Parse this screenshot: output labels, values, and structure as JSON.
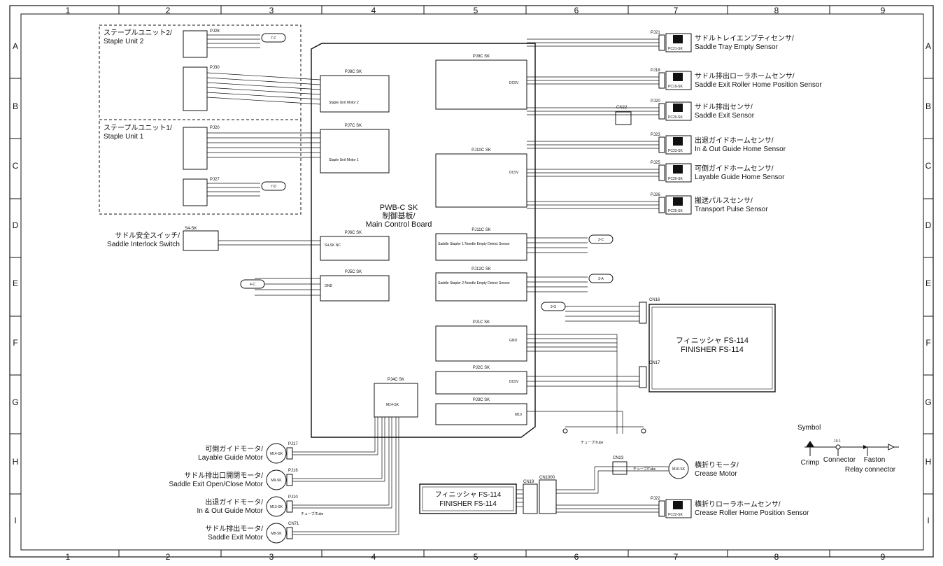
{
  "grid": {
    "cols": [
      "1",
      "2",
      "3",
      "4",
      "5",
      "6",
      "7",
      "8",
      "9"
    ],
    "rows": [
      "A",
      "B",
      "C",
      "D",
      "E",
      "F",
      "G",
      "H",
      "I"
    ]
  },
  "board": {
    "name": "PWB-C SK",
    "ja": "制御基板/",
    "en": "Main Control Board"
  },
  "staple_units": [
    {
      "ja": "ステープルユニット2/",
      "en": "Staple Unit 2",
      "connectors": [
        "PJ28",
        "PJ30"
      ]
    },
    {
      "ja": "ステープルユニット1/",
      "en": "Staple Unit 1",
      "connectors": [
        "PJ20",
        "PJ27"
      ]
    }
  ],
  "board_connectors": [
    {
      "label": "PJ8C SK",
      "desc": "Staple Unit Motor 2"
    },
    {
      "label": "PJ7C SK",
      "desc": "Staple Unit Motor 1"
    },
    {
      "label": "PJ6C SK",
      "desc": "S4-SK NC"
    },
    {
      "label": "PJ5C SK",
      "desc": "GND"
    },
    {
      "label": "PJ9C SK",
      "desc": "DC5V"
    },
    {
      "label": "PJ10C SK",
      "desc": "DC5V"
    },
    {
      "label": "PJ11C SK",
      "desc": "Saddle Stapler 1 Needle Empty Detect Sensor"
    },
    {
      "label": "PJ12C SK",
      "desc": "Saddle Stapler 2 Needle Empty Detect Sensor"
    },
    {
      "label": "PJ1C SK",
      "desc": "GND"
    },
    {
      "label": "PJ2C SK",
      "desc": "DC5V"
    },
    {
      "label": "PJ3C SK",
      "desc": "M10"
    },
    {
      "label": "PJ4C SK",
      "desc": "M14-SK"
    }
  ],
  "sensors": [
    {
      "connector": "PJ21",
      "code": "PC21-SK",
      "ja": "サドルトレイエンプティセンサ/",
      "en": "Saddle Tray Empty Sensor"
    },
    {
      "connector": "PJ18",
      "code": "PC19-SK",
      "ja": "サドル排出ローラホームセンサ/",
      "en": "Saddle Exit Roller Home Position Sensor"
    },
    {
      "connector": "PJ20",
      "code": "PC20-SK",
      "ja": "サドル排出センサ/",
      "en": "Saddle Exit Sensor"
    },
    {
      "connector": "PJ23",
      "code": "PC23-SK",
      "ja": "出退ガイドホームセンサ/",
      "en": "In & Out Guide Home Sensor"
    },
    {
      "connector": "PJ25",
      "code": "PC26-SK",
      "ja": "可倒ガイドホームセンサ/",
      "en": "Layable Guide Home Sensor"
    },
    {
      "connector": "PJ26",
      "code": "PC25-SK",
      "ja": "搬送パルスセンサ/",
      "en": "Transport Pulse Sensor"
    },
    {
      "connector": "PJ22",
      "code": "PC22-SK",
      "ja": "横折りローラホームセンサ/",
      "en": "Crease Roller Home Position Sensor"
    }
  ],
  "motors": [
    {
      "connector": "PJ17",
      "code": "M14-SK",
      "ja": "可倒ガイドモータ/",
      "en": "Layable Guide Motor"
    },
    {
      "connector": "PJ16",
      "code": "M9-SK",
      "ja": "サドル排出口開閉モータ/",
      "en": "Saddle Exit Open/Close Motor"
    },
    {
      "connector": "PJ10",
      "code": "M13-SK",
      "ja": "出退ガイドモータ/",
      "en": "In & Out Guide Motor"
    },
    {
      "connector": "CN71",
      "code": "M8-SK",
      "ja": "サドル排出モータ/",
      "en": "Saddle Exit Motor"
    },
    {
      "connector": "CN23",
      "code": "M10-SK",
      "ja": "横折りモータ/",
      "en": "Crease Motor"
    }
  ],
  "switch": {
    "code": "S4-SK",
    "ja": "サドル安全スイッチ/",
    "en": "Saddle Interlock Switch"
  },
  "finisher_main": {
    "ja": "フィニッシャ FS-114",
    "en": "FINISHER FS-114",
    "connectors": [
      "CN16",
      "CN17"
    ]
  },
  "finisher_small": {
    "ja": "フィニッシャ FS-114",
    "en": "FINISHER FS-114",
    "connectors": [
      "CN19",
      "CN1000"
    ]
  },
  "relay": {
    "cn22": "CN22"
  },
  "tube_label": "チューブ/Tube",
  "refs": [
    "7-C",
    "7-D",
    "4-C",
    "2-C",
    "3-A",
    "3-G"
  ],
  "symbol": {
    "title": "Symbol",
    "connector_code": "10-1",
    "crimp": "Crimp",
    "connector": "Connector",
    "faston": "Faston",
    "relay": "Relay connector"
  }
}
